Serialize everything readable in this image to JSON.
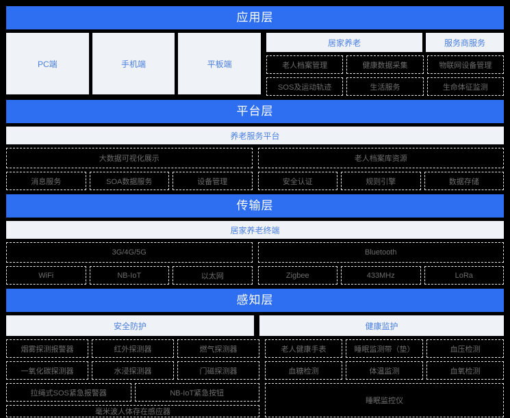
{
  "colors": {
    "background": "#000000",
    "layer_header": "#2E6EF0",
    "light_card": "#EFF2F6",
    "light_card_text": "#4A7FE0",
    "dash_border": "#E8E8E8",
    "dash_text": "#6E6E6E"
  },
  "layers": [
    {
      "id": "application",
      "title": "应用层",
      "terminals": [
        "PC端",
        "手机端",
        "平板端"
      ],
      "groups": [
        {
          "name": "居家养老",
          "span": 2
        },
        {
          "name": "服务商服务",
          "span": 1
        }
      ],
      "modules_row1": [
        "老人档案管理",
        "健康数据采集",
        "物联网设备管理"
      ],
      "modules_row2": [
        "SOS及运动轨迹",
        "生活服务",
        "生命体征监测"
      ]
    },
    {
      "id": "platform",
      "title": "平台层",
      "banner": "养老服务平台",
      "halves": [
        {
          "band": "大数据可视化展示",
          "items": [
            "消息服务",
            "SOA数据服务",
            "设备管理"
          ]
        },
        {
          "band": "老人档案库资源",
          "items": [
            "安全认证",
            "规则引擎",
            "数据存储"
          ]
        }
      ]
    },
    {
      "id": "transmission",
      "title": "传输层",
      "banner": "居家养老终端",
      "halves": [
        {
          "band": "3G/4G/5G",
          "items": [
            "WiFi",
            "NB-IoT",
            "以太网"
          ]
        },
        {
          "band": "Bluetooth",
          "items": [
            "Zigbee",
            "433MHz",
            "LoRa"
          ]
        }
      ]
    },
    {
      "id": "perception",
      "title": "感知层",
      "groups": [
        {
          "name": "安全防护",
          "row1": [
            "烟雾探测报警器",
            "红外探测器",
            "燃气探测器"
          ],
          "row2": [
            "一氧化碳探测器",
            "水浸探测器",
            "门磁探测器"
          ],
          "row3": [
            "拉绳式SOS紧急报警器",
            "NB-IoT紧急按钮"
          ],
          "row4": [
            "毫米波人体存在感应器"
          ]
        },
        {
          "name": "健康监护",
          "row1": [
            "老人健康手表",
            "睡眠监测带（垫）",
            "血压检测"
          ],
          "row2": [
            "血糖检测",
            "体温监测",
            "血氧检测"
          ],
          "tall": "睡眠监控仪"
        }
      ]
    }
  ]
}
